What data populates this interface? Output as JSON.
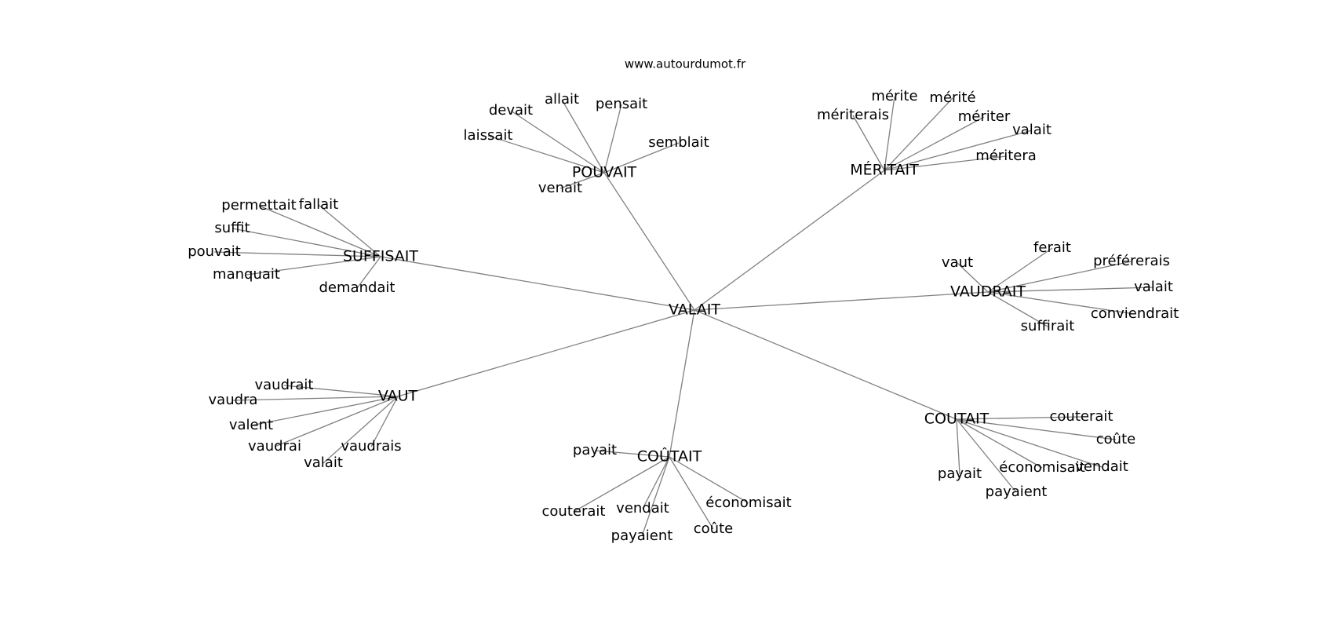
{
  "site_caption": "www.autourdumot.fr",
  "center": {
    "label": "VALAIT"
  },
  "hubs": [
    {
      "id": "pouvait",
      "label": "POUVAIT",
      "leaves": [
        "laissait",
        "devait",
        "allait",
        "pensait",
        "semblait",
        "venait"
      ]
    },
    {
      "id": "meritait",
      "label": "MÉRITAIT",
      "leaves": [
        "mériterais",
        "mérite",
        "mérité",
        "mériter",
        "valait",
        "méritera"
      ]
    },
    {
      "id": "suffisait",
      "label": "SUFFISAIT",
      "leaves": [
        "permettait",
        "fallait",
        "suffit",
        "pouvait",
        "manquait",
        "demandait"
      ]
    },
    {
      "id": "vaudrait",
      "label": "VAUDRAIT",
      "leaves": [
        "vaut",
        "ferait",
        "préférerais",
        "valait",
        "conviendrait",
        "suffirait"
      ]
    },
    {
      "id": "vaut",
      "label": "VAUT",
      "leaves": [
        "vaudrait",
        "vaudra",
        "valent",
        "vaudrai",
        "vaudrais",
        "valait"
      ]
    },
    {
      "id": "coutait-circ",
      "label": "COÛTAIT",
      "leaves": [
        "payait",
        "couterait",
        "vendait",
        "payaient",
        "coûte",
        "économisait"
      ]
    },
    {
      "id": "coutait",
      "label": "COUTAIT",
      "leaves": [
        "couterait",
        "coûte",
        "vendait",
        "économisait",
        "payait",
        "payaient"
      ]
    }
  ]
}
